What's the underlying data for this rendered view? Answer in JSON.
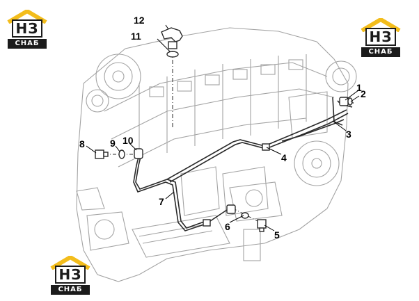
{
  "logo": {
    "mark": "НЗ",
    "caption": "СНАБ",
    "accent": "#f3bd1c",
    "dark": "#1b1b1b"
  },
  "callouts": [
    "1",
    "2",
    "3",
    "4",
    "5",
    "6",
    "7",
    "8",
    "9",
    "10",
    "11",
    "12"
  ],
  "colors": {
    "line": "#9a9a9a",
    "pipe": "#2a2a2a",
    "label": "#000000"
  }
}
